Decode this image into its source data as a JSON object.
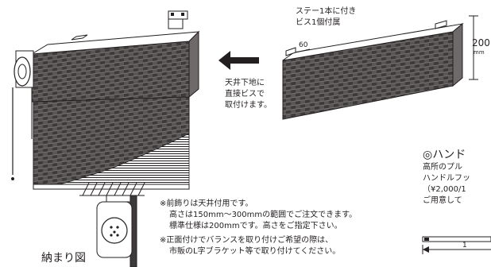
{
  "colors": {
    "ink": "#231f20",
    "fabric": "#5a5656",
    "fabric_dark": "#3d3a3a",
    "fabric_light": "#8a8686"
  },
  "stay_note": [
    "ステー1本に付き",
    "ビス1個付属"
  ],
  "dim_depth": "60",
  "dim_height": "200",
  "dim_height_unit": "mm",
  "arrow_note": [
    "天井下地に",
    "直接ビスで",
    "取付けます。"
  ],
  "notes": [
    "※前飾りは天井付用です。",
    "高さは150mm～300mmの範囲でご注文できます。",
    "標準仕様は200mmです。高さをご指定下さい。",
    "※正面付けでバランスを取り付けご希望の際は、",
    "市販のL字ブラケット等で取り付けてください。"
  ],
  "fit_title": "納まり図",
  "handle_section": {
    "title": "◎ハンド",
    "lines": [
      "高所のプル",
      "ハンドルフッ",
      "（¥2,000/1",
      "ご用意して"
    ]
  },
  "handle_dim": "1",
  "icons": [
    "arrow-left-icon",
    "bracket-icon",
    "pulley-icon"
  ]
}
